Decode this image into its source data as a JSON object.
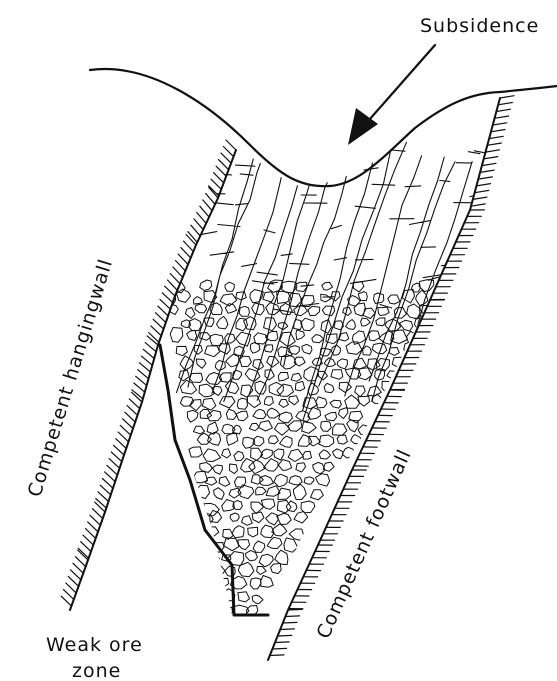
{
  "labels": {
    "subsidence": "Subsidence",
    "hangingwall": "Competent hangingwall",
    "footwall": "Competent footwall",
    "weak_ore_line1": "Weak ore",
    "weak_ore_line2": "zone"
  }
}
